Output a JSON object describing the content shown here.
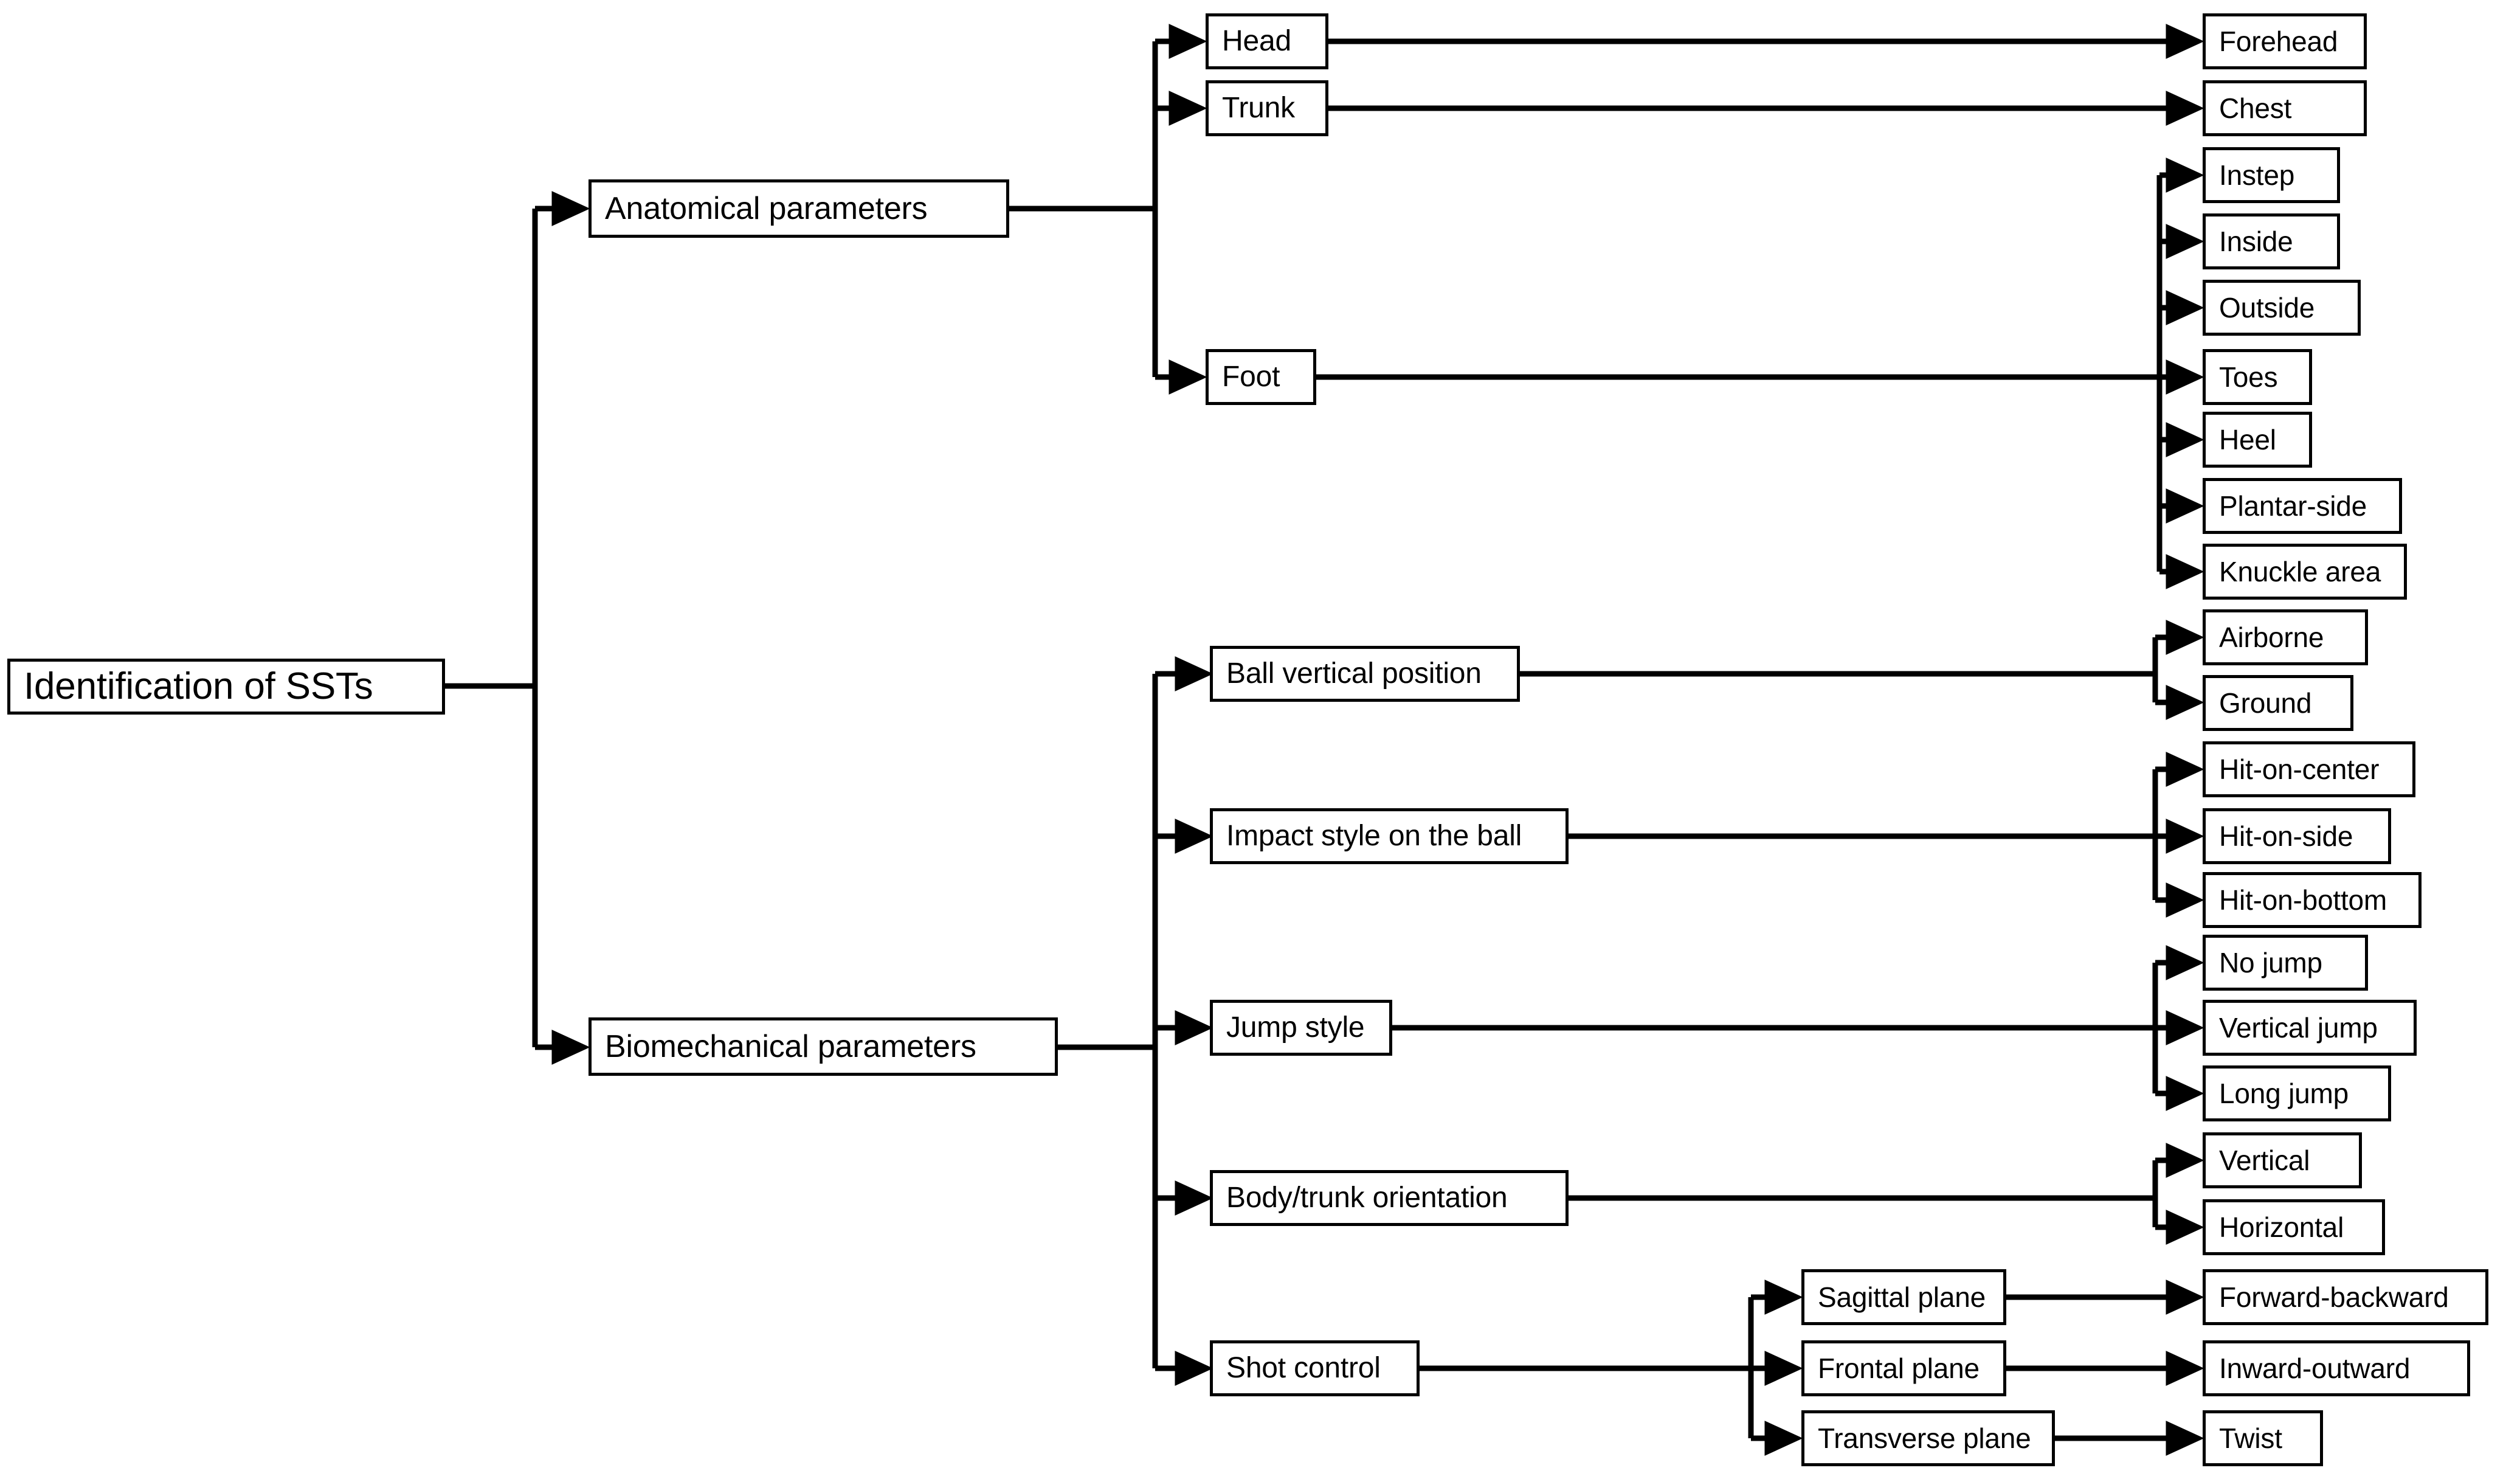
{
  "diagram": {
    "title": "Identification of SSTs",
    "root": {
      "label": "Identification of SSTs"
    },
    "categories": [
      {
        "label": "Anatomical parameters"
      },
      {
        "label": "Biomechanical parameters"
      }
    ],
    "anatomical": {
      "groups": [
        {
          "label": "Head",
          "children": [
            {
              "label": "Forehead"
            }
          ]
        },
        {
          "label": "Trunk",
          "children": [
            {
              "label": "Chest"
            }
          ]
        },
        {
          "label": "Foot",
          "children": [
            {
              "label": "Instep"
            },
            {
              "label": "Inside"
            },
            {
              "label": "Outside"
            },
            {
              "label": "Toes"
            },
            {
              "label": "Heel"
            },
            {
              "label": "Plantar-side"
            },
            {
              "label": "Knuckle area"
            }
          ]
        }
      ]
    },
    "biomechanical": {
      "groups": [
        {
          "label": "Ball vertical position",
          "children": [
            {
              "label": "Airborne"
            },
            {
              "label": "Ground"
            }
          ]
        },
        {
          "label": "Impact style on the ball",
          "children": [
            {
              "label": "Hit-on-center"
            },
            {
              "label": "Hit-on-side"
            },
            {
              "label": "Hit-on-bottom"
            }
          ]
        },
        {
          "label": "Jump style",
          "children": [
            {
              "label": "No jump"
            },
            {
              "label": "Vertical jump"
            },
            {
              "label": "Long jump"
            }
          ]
        },
        {
          "label": "Body/trunk orientation",
          "children": [
            {
              "label": "Vertical"
            },
            {
              "label": "Horizontal"
            }
          ]
        },
        {
          "label": "Shot control",
          "children": [
            {
              "label": "Sagittal plane",
              "children": [
                {
                  "label": "Forward-backward"
                }
              ]
            },
            {
              "label": "Frontal plane",
              "children": [
                {
                  "label": "Inward-outward"
                }
              ]
            },
            {
              "label": "Transverse plane",
              "children": [
                {
                  "label": "Twist"
                }
              ]
            }
          ]
        }
      ]
    },
    "style": {
      "line_color": "#000000",
      "box_fill": "#ffffff",
      "box_border": "#000000",
      "background": "#ffffff"
    }
  }
}
